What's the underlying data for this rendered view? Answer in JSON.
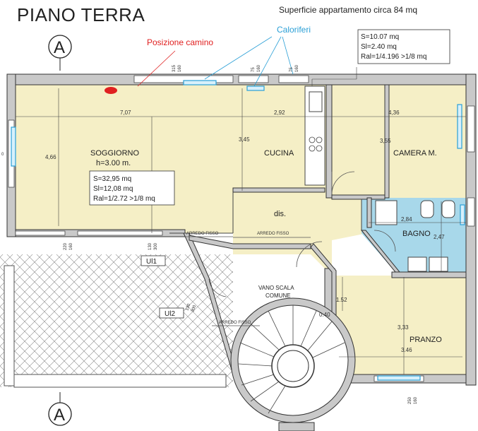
{
  "title": "PIANO TERRA",
  "surface_note": "Superficie appartamento circa 84 mq",
  "annotations": {
    "fireplace": "Posizione camino",
    "radiators": "Caloriferi"
  },
  "section_marker": "A",
  "rooms": {
    "soggiorno": {
      "name": "SOGGIORNO",
      "height": "h=3.00 m."
    },
    "cucina": {
      "name": "CUCINA"
    },
    "camera": {
      "name": "CAMERA M."
    },
    "dis": {
      "name": "dis."
    },
    "bagno": {
      "name": "BAGNO"
    },
    "pranzo": {
      "name": "PRANZO"
    },
    "vano_scala": {
      "name_line1": "VANO SCALA",
      "name_line2": "COMUNE"
    }
  },
  "info_boxes": {
    "soggiorno": [
      "S=32,95 mq",
      "Sl=12,08 mq",
      "Ral=1/2.72 >1/8 mq"
    ],
    "camera": [
      "S=10.07 mq",
      "Sl=2.40 mq",
      "Ral=1/4.196 >1/8 mq"
    ]
  },
  "window_labels": {
    "ul1": "Ul1",
    "ul2": "Ul2"
  },
  "arredo": {
    "label": "ARREDO FISSO"
  },
  "dimensions": {
    "d707": "7,07",
    "d292": "2,92",
    "d436": "4,36",
    "d466": "4,66",
    "d345": "3,45",
    "d355": "3,55",
    "d284": "2,84",
    "d247": "2,47",
    "d152": "1.52",
    "d040": "0.40",
    "d333": "3,33",
    "d346": "3.46"
  },
  "opening_dims": {
    "o1a": "315",
    "o1b": "160",
    "o2a": "75",
    "o2b": "160",
    "o3a": "75",
    "o3b": "160",
    "o4a": "220",
    "o4b": "160",
    "o5a": "130",
    "o5b": "300",
    "o6a": "130",
    "o6b": "300",
    "o7a": "250",
    "o7b": "160",
    "o8": "0"
  },
  "colors": {
    "floor": "#f5efc6",
    "bath": "#a8d8ea",
    "wall": "#c9c9c9",
    "window": "#2a9fd6",
    "accent_red": "#e02020"
  }
}
